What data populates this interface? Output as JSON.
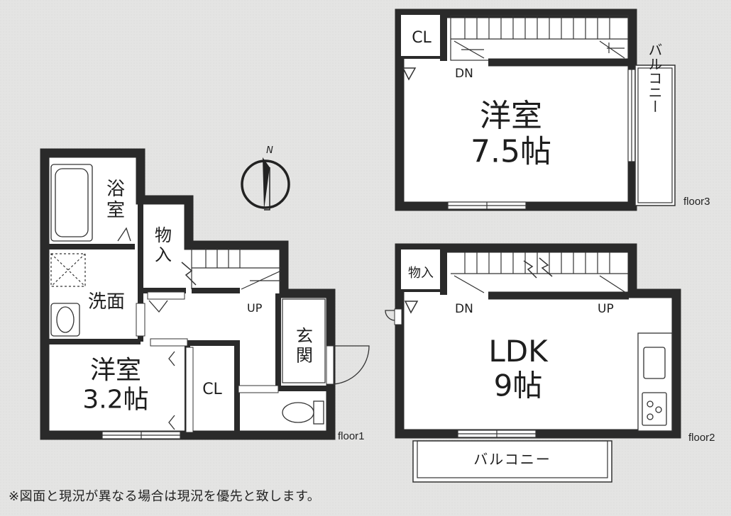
{
  "floors": {
    "floor1": {
      "label": "floor1",
      "rooms": {
        "bath": "浴\n室",
        "storage": "物\n入",
        "washroom": "洗面",
        "entrance": "玄\n関",
        "bedroom": "洋室\n3.2帖",
        "closet": "CL"
      },
      "stairs_label": "UP"
    },
    "floor2": {
      "label": "floor2",
      "rooms": {
        "ldk": "LDK\n9帖",
        "storage": "物入",
        "balcony": "バルコニー"
      },
      "stairs_down": "DN",
      "stairs_up": "UP"
    },
    "floor3": {
      "label": "floor3",
      "rooms": {
        "bedroom": "洋室\n7.5帖",
        "closet": "CL",
        "balcony": "バルコニー"
      },
      "stairs_down": "DN"
    }
  },
  "compass": {
    "north_label": "N",
    "icon": "north-arrow-icon"
  },
  "note": "※図面と現況が異なる場合は現況を優先と致します。",
  "colors": {
    "background": "#e4e4e3",
    "wall": "#2a2a2a",
    "line": "#333333"
  }
}
